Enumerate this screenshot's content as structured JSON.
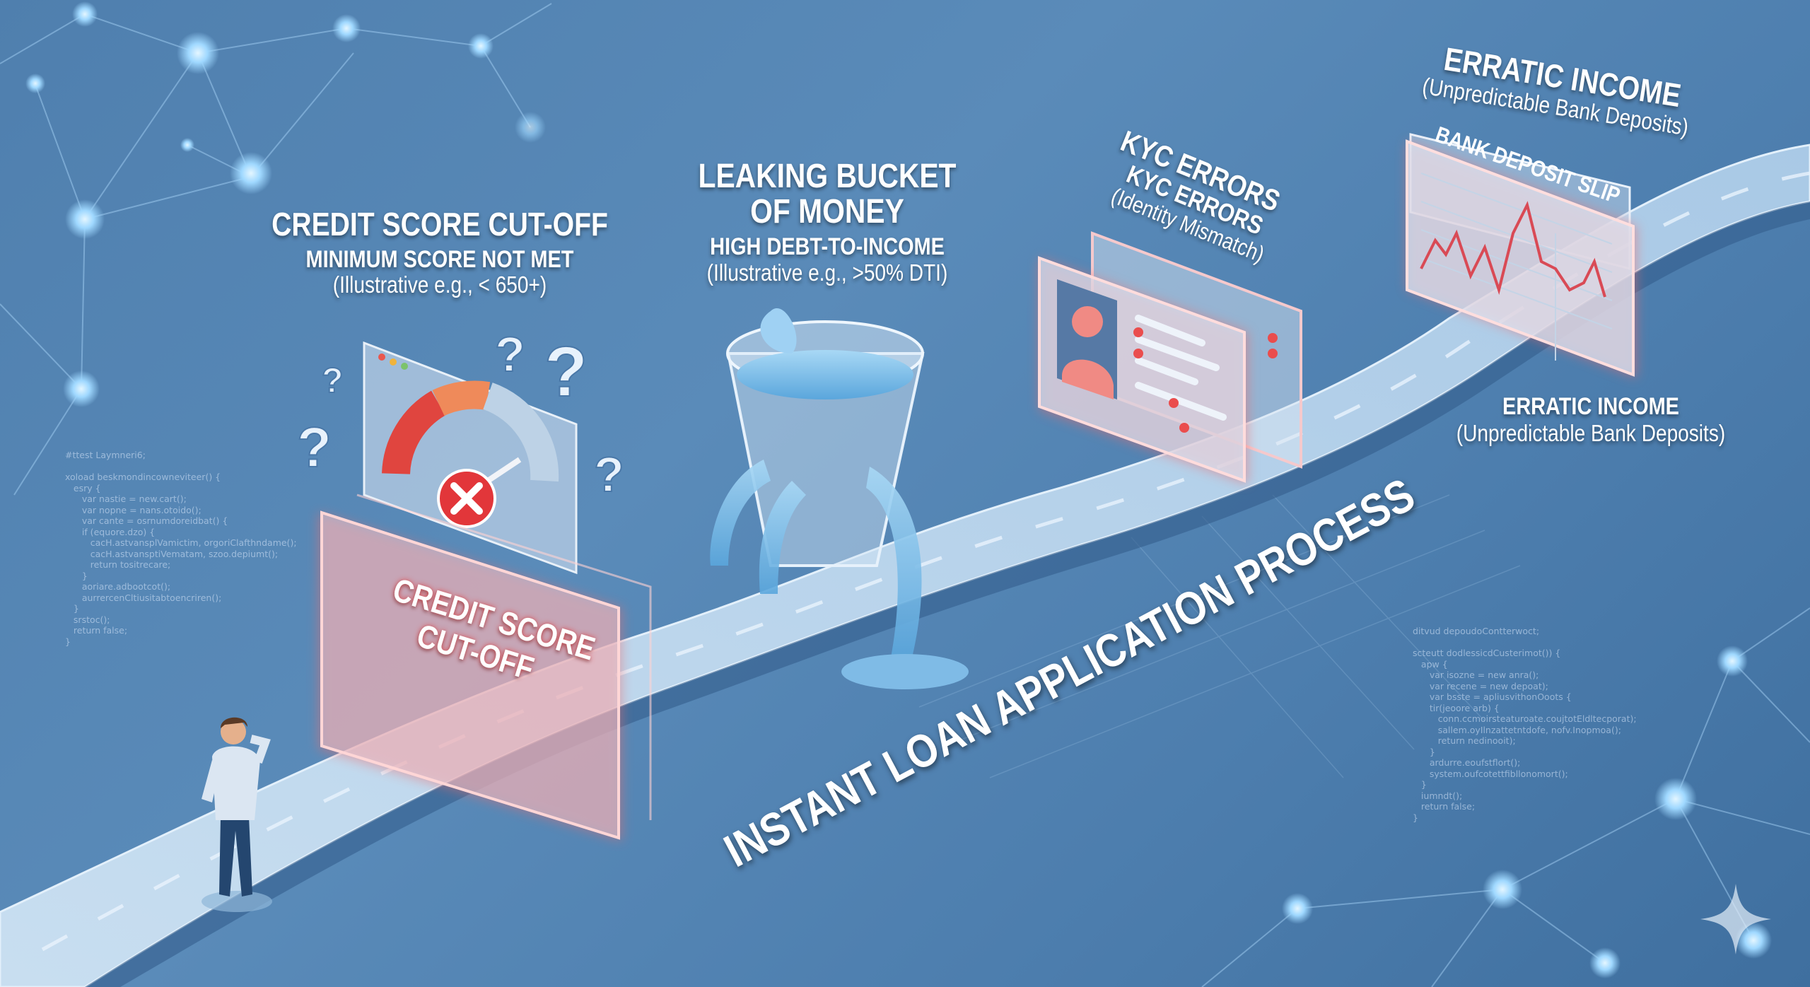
{
  "credit_score": {
    "title": "CREDIT SCORE CUT-OFF",
    "subtitle": "MINIMUM SCORE NOT MET",
    "note": "(Illustrative e.g., < 650+)",
    "panel_label": "CREDIT SCORE\nCUT-OFF"
  },
  "leaking_bucket": {
    "title_line1": "LEAKING BUCKET",
    "title_line2": "OF MONEY",
    "subtitle": "HIGH DEBT-TO-INCOME",
    "note": "(Illustrative e.g., >50% DTI)"
  },
  "kyc": {
    "title": "KYC ERRORS",
    "title_repeat": "KYC ERRORS",
    "note": "(Identity Mismatch)"
  },
  "erratic_income_top": {
    "title": "ERRATIC INCOME",
    "note": "(Unpredictable Bank Deposits)",
    "slip_label": "BANK DEPOSIT SLIP"
  },
  "erratic_income_bottom": {
    "title": "ERRATIC INCOME",
    "note": "(Unpredictable Bank Deposits)"
  },
  "road_label": "INSTANT LOAN APPLICATION PROCESS",
  "code_left": "#ttest Laymneri6;\n\nxoload beskmondincowneviteer() {\n   esry {\n      var nastie = new.cart();\n      var nopne = nans.otoido();\n      var cante = osrnumdoreidbat() {\n      if (equore.dzo) {\n         cacH.astvansplVamictim, orgoriClafthndame();\n         cacH.astvansptiVematam, szoo.depiumt();\n         return tositrecare;\n      }\n      aoriare.adbootcot();\n      aurrercenCltiusitabtoencriren();\n   }\n   srstoc();\n   return false;\n}",
  "code_right": "ditvud depoudoContterwoct;\n\nscteutt dodlessicdCusterimot()) {\n   apw {\n      var isozne = new anra();\n      var recene = new depoat);\n      var bsste = apliusvithonOoots {\n      tir(jeoore arb) {\n         conn.ccmoirsteaturoate.coujtotEldltecporat);\n         sallem.oyIlnzattetntdofe, nofv.Inopmoa();\n         return nedinooit);\n      }\n      ardurre.eoufstflort();\n      system.oufcotettfibllonomort();\n   }\n   iumndt();\n   return false;\n}",
  "colors": {
    "background": "#5282b2",
    "alert_red": "#e8454a",
    "road": "#b9d3ea",
    "water": "#8cc4ea"
  },
  "icons": [
    "network-node-icon",
    "question-mark-icon",
    "gauge-icon",
    "reject-x-icon",
    "id-card-icon",
    "sparkle-icon"
  ]
}
